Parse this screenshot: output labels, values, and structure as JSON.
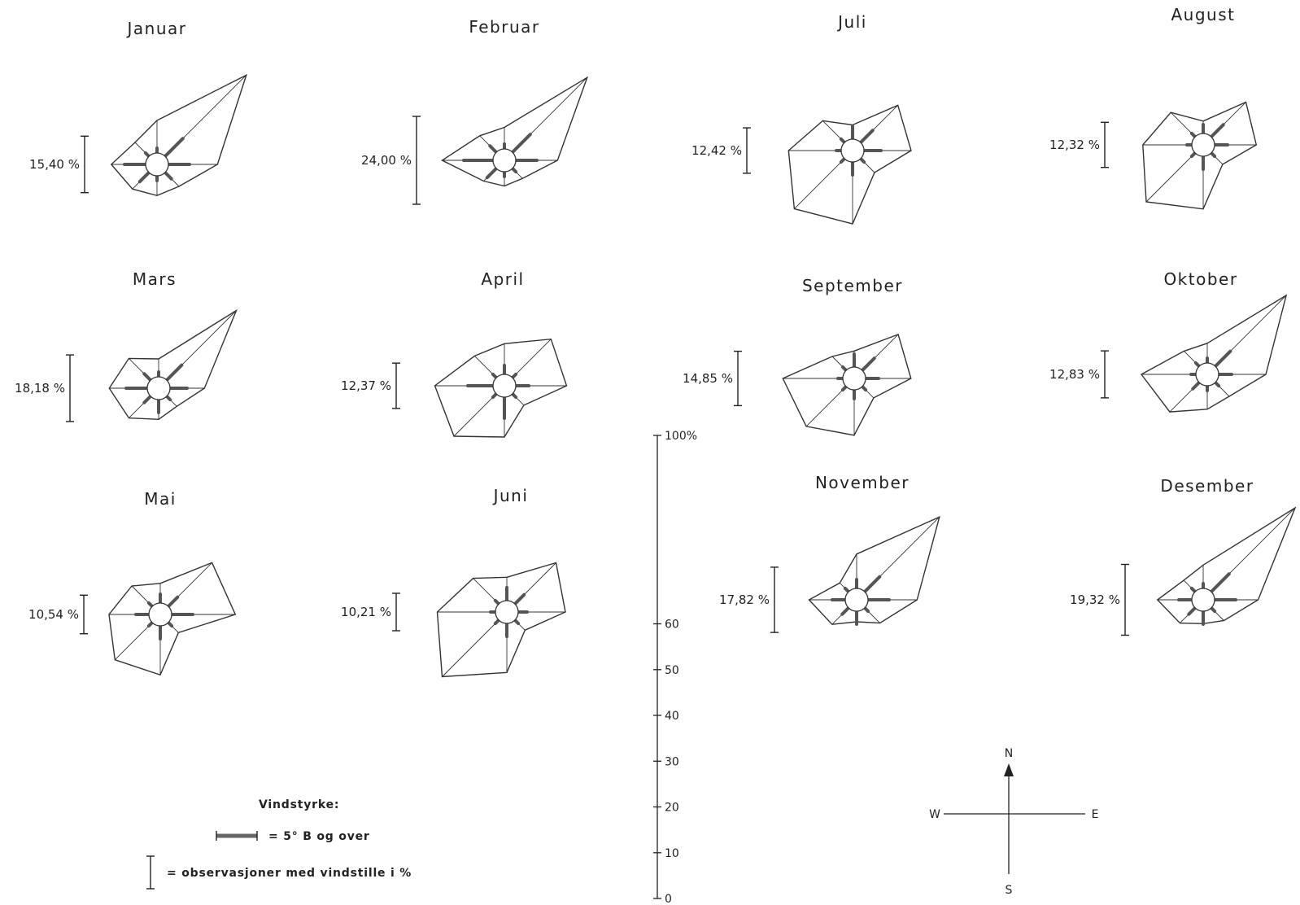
{
  "chart_data": {
    "type": "wind-rose",
    "direction_order": [
      "N",
      "NE",
      "E",
      "SE",
      "S",
      "SW",
      "W",
      "NW"
    ],
    "roses": [
      {
        "month": "Januar",
        "calm_label": "15,40 %",
        "calm_percent": 15.4,
        "values": [
          24,
          69,
          33,
          17,
          17,
          19,
          25,
          17
        ],
        "strong": [
          0,
          5,
          4,
          1,
          0,
          2,
          4,
          0
        ]
      },
      {
        "month": "Februar",
        "calm_label": "24,00 %",
        "calm_percent": 24.0,
        "values": [
          18,
          64,
          29,
          14,
          14,
          16,
          34,
          19
        ],
        "strong": [
          0,
          5,
          4,
          0,
          0,
          2,
          6,
          1
        ]
      },
      {
        "month": "Juli",
        "calm_label": "12,42 %",
        "calm_percent": 12.42,
        "values": [
          14,
          35,
          32,
          17,
          40,
          45,
          35,
          23
        ],
        "strong": [
          2,
          3,
          3,
          0,
          2,
          0,
          0,
          0
        ]
      },
      {
        "month": "August",
        "calm_label": "12,32 %",
        "calm_percent": 12.32,
        "values": [
          13,
          33,
          29,
          15,
          35,
          44,
          33,
          25
        ],
        "strong": [
          1,
          3,
          2,
          0,
          2,
          0,
          0,
          0
        ]
      },
      {
        "month": "Mars",
        "calm_label": "18,18 %",
        "calm_percent": 18.18,
        "values": [
          16,
          60,
          25,
          14,
          17,
          23,
          27,
          23
        ],
        "strong": [
          0,
          4,
          3,
          0,
          2,
          1,
          4,
          1
        ]
      },
      {
        "month": "April",
        "calm_label": "12,37 %",
        "calm_percent": 12.37,
        "values": [
          23,
          36,
          34,
          15,
          28,
          39,
          38,
          23
        ],
        "strong": [
          1,
          0,
          2,
          0,
          4,
          0,
          5,
          0
        ]
      },
      {
        "month": "September",
        "calm_label": "14,85 %",
        "calm_percent": 14.85,
        "values": [
          15,
          34,
          31,
          15,
          31,
          37,
          39,
          17
        ],
        "strong": [
          2,
          3,
          2,
          0,
          1,
          0,
          0,
          0
        ]
      },
      {
        "month": "Oktober",
        "calm_label": "12,83 %",
        "calm_percent": 12.83,
        "values": [
          17,
          61,
          32,
          17,
          19,
          29,
          36,
          18
        ],
        "strong": [
          0,
          4,
          2,
          0,
          0,
          1,
          0,
          0
        ]
      },
      {
        "month": "Mai",
        "calm_label": "10,54 %",
        "calm_percent": 10.54,
        "values": [
          17,
          40,
          41,
          14,
          33,
          35,
          28,
          22
        ],
        "strong": [
          1,
          2,
          4,
          0,
          2,
          0,
          2,
          0
        ]
      },
      {
        "month": "Juni",
        "calm_label": "10,21 %",
        "calm_percent": 10.21,
        "values": [
          19,
          38,
          32,
          14,
          33,
          50,
          38,
          26
        ],
        "strong": [
          2,
          2,
          1,
          0,
          2,
          0,
          0,
          0
        ]
      },
      {
        "month": "November",
        "calm_label": "17,82 %",
        "calm_percent": 17.82,
        "values": [
          25,
          64,
          33,
          18,
          12,
          19,
          26,
          13
        ],
        "strong": [
          1,
          4,
          4,
          0,
          2,
          1,
          2,
          0
        ]
      },
      {
        "month": "Desember",
        "calm_label": "19,32 %",
        "calm_percent": 19.32,
        "values": [
          19,
          71,
          30,
          16,
          13,
          18,
          25,
          15
        ],
        "strong": [
          0,
          5,
          4,
          0,
          2,
          1,
          2,
          0
        ]
      }
    ],
    "scale": {
      "ticks": [
        0,
        10,
        20,
        30,
        40,
        50,
        60,
        100
      ],
      "tick_labels": [
        "0",
        "10",
        "20",
        "30",
        "40",
        "50",
        "60",
        "100%"
      ]
    },
    "legend": {
      "title": "Vindstyrke:",
      "strong_wind_text": "= 5° B og over",
      "calm_text": "= observasjoner med vindstille i %"
    },
    "compass": {
      "north": "N",
      "east": "E",
      "south": "S",
      "west": "W"
    }
  }
}
